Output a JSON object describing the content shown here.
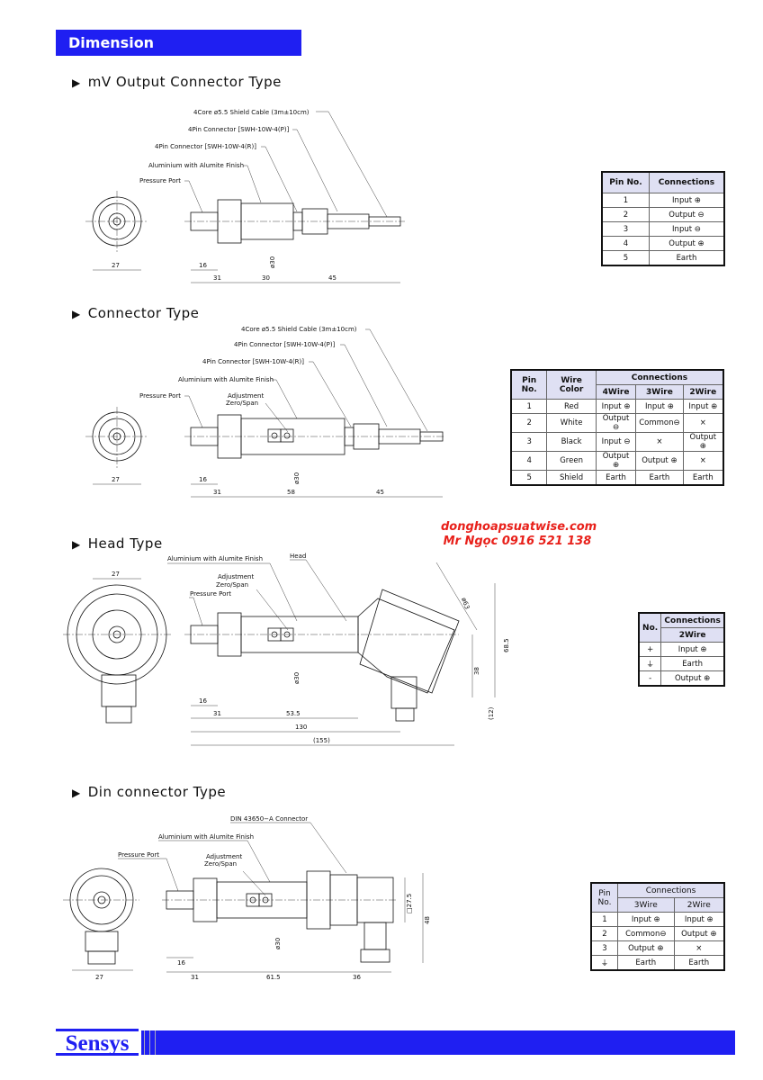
{
  "header": {
    "title": "Dimension"
  },
  "sections": [
    {
      "title": "mV Output Connector Type",
      "labels": {
        "cable": "4Core ø5.5 Shield Cable (3m±10cm)",
        "conn_p": "4Pin Connector [SWH-10W-4(P)]",
        "conn_r": "4Pin Connector [SWH-10W-4(R)]",
        "alum": "Aluminium with Alumite Finish",
        "port": "Pressure Port"
      },
      "dims": {
        "end": "27",
        "thread": "16",
        "a": "31",
        "b": "30",
        "c": "45",
        "dia": "ø30"
      },
      "table": {
        "headers": [
          "Pin No.",
          "Connections"
        ],
        "rows": [
          [
            "1",
            "Input ⊕"
          ],
          [
            "2",
            "Output ⊖"
          ],
          [
            "3",
            "Input ⊖"
          ],
          [
            "4",
            "Output ⊕"
          ],
          [
            "5",
            "Earth"
          ]
        ]
      }
    },
    {
      "title": "Connector Type",
      "labels": {
        "cable": "4Core ø5.5 Shield Cable (3m±10cm)",
        "conn_p": "4Pin Connector [SWH-10W-4(P)]",
        "conn_r": "4Pin Connector [SWH-10W-4(R)]",
        "alum": "Aluminium with Alumite Finish",
        "port": "Pressure Port",
        "adj1": "Adjustment",
        "adj2": "Zero/Span"
      },
      "dims": {
        "end": "27",
        "thread": "16",
        "a": "31",
        "b": "58",
        "c": "45",
        "dia": "ø30"
      },
      "table": {
        "h_pin": "Pin No.",
        "h_wire": "Wire Color",
        "h_conn": "Connections",
        "sub": [
          "4Wire",
          "3Wire",
          "2Wire"
        ],
        "rows": [
          [
            "1",
            "Red",
            "Input ⊕",
            "Input ⊕",
            "Input ⊕"
          ],
          [
            "2",
            "White",
            "Output ⊖",
            "Common⊖",
            "×"
          ],
          [
            "3",
            "Black",
            "Input ⊖",
            "×",
            "Output ⊕"
          ],
          [
            "4",
            "Green",
            "Output ⊕",
            "Output ⊕",
            "×"
          ],
          [
            "5",
            "Shield",
            "Earth",
            "Earth",
            "Earth"
          ]
        ]
      }
    },
    {
      "title": "Head Type",
      "labels": {
        "alum": "Aluminium with Alumite Finish",
        "adj1": "Adjustment",
        "adj2": "Zero/Span",
        "port": "Pressure Port",
        "head": "Head"
      },
      "dims": {
        "end": "27",
        "thread": "16",
        "a": "31",
        "b": "53.5",
        "total": "130",
        "overall": "(155)",
        "dia": "ø30",
        "h1": "68.5",
        "h2": "38",
        "h3": "(12)",
        "hd": "ø63"
      },
      "table": {
        "h_no": "No.",
        "h_conn": "Connections",
        "sub": "2Wire",
        "rows": [
          [
            "+",
            "Input ⊕"
          ],
          [
            "⏚",
            "Earth"
          ],
          [
            "-",
            "Output ⊕"
          ]
        ]
      }
    },
    {
      "title": "Din connector Type",
      "labels": {
        "din": "DIN 43650−A Connector",
        "alum": "Aluminium with Alumite Finish",
        "adj1": "Adjustment",
        "adj2": "Zero/Span",
        "port": "Pressure Port"
      },
      "dims": {
        "end": "27",
        "thread": "16",
        "a": "31",
        "b": "61.5",
        "c": "36",
        "dia": "ø30",
        "sq": "□27.5",
        "h": "48"
      },
      "table": {
        "h_pin": "Pin No.",
        "h_conn": "Connections",
        "sub": [
          "3Wire",
          "2Wire"
        ],
        "rows": [
          [
            "1",
            "Input ⊕",
            "Input ⊕"
          ],
          [
            "2",
            "Common⊖",
            "Output ⊕"
          ],
          [
            "3",
            "Output ⊕",
            "×"
          ],
          [
            "⏚",
            "Earth",
            "Earth"
          ]
        ]
      }
    }
  ],
  "watermark": {
    "line1": "donghoapsuatwise.com",
    "line2": "Mr Ngọc 0916 521 138"
  },
  "footer": {
    "logo": "Sensys"
  },
  "colors": {
    "brand": "#1f1ff2",
    "watermark": "#e8201a",
    "table_header": "#dfe0f3"
  }
}
